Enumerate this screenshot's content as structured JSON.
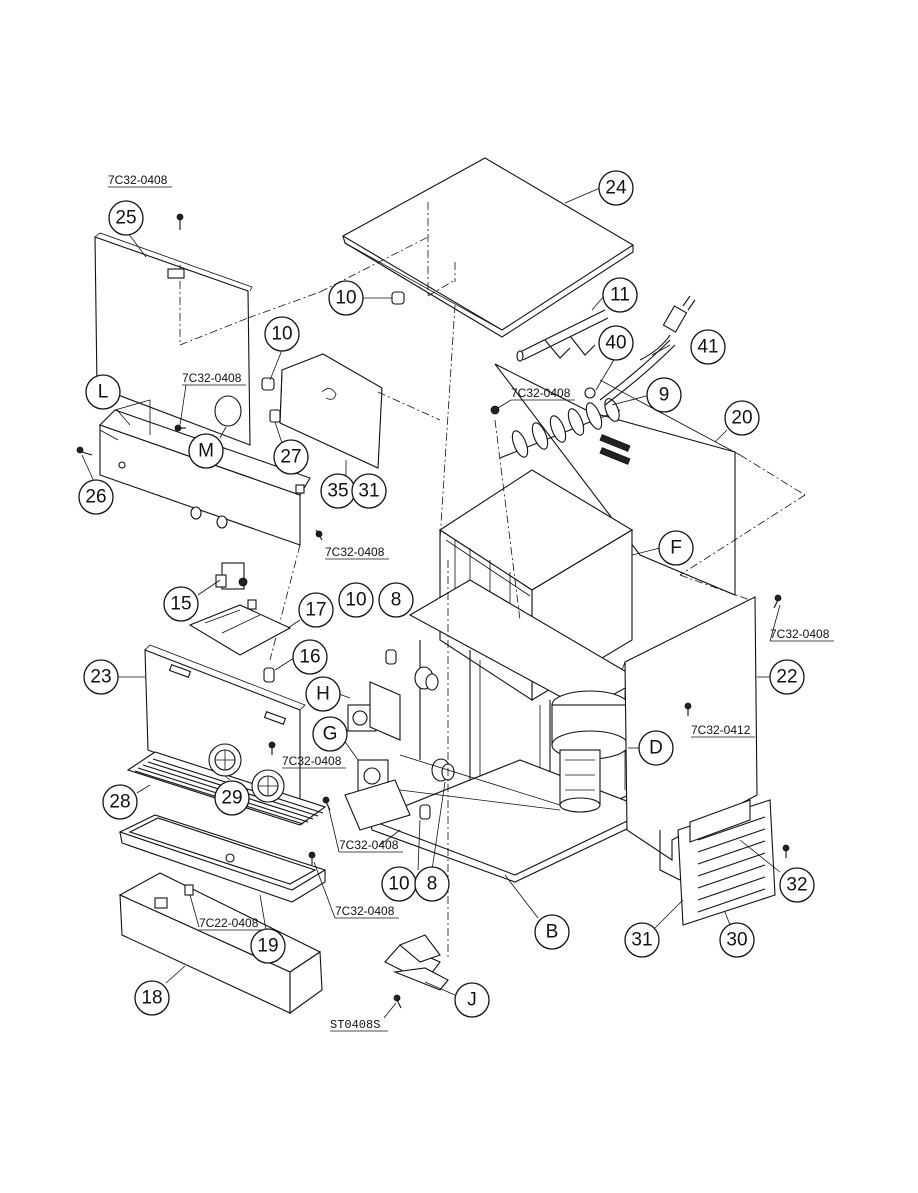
{
  "diagram": {
    "callouts": {
      "c24": "24",
      "c25": "25",
      "c10a": "10",
      "c11": "11",
      "c41": "41",
      "c10b": "10",
      "c40": "40",
      "cL": "L",
      "c9": "9",
      "c20": "20",
      "cM": "M",
      "c27": "27",
      "c26": "26",
      "c35": "35",
      "c31a": "31",
      "cF": "F",
      "c15": "15",
      "c10c": "10",
      "c8a": "8",
      "c17": "17",
      "c16": "16",
      "c23": "23",
      "c22": "22",
      "cH": "H",
      "cG": "G",
      "cD": "D",
      "c28": "28",
      "c29": "29",
      "c10d": "10",
      "c8b": "8",
      "c32": "32",
      "cB": "B",
      "c19": "19",
      "c31b": "31",
      "c30": "30",
      "c18": "18",
      "cJ": "J"
    },
    "part_numbers": {
      "p1": "7C32-0408",
      "p2": "7C32-0408",
      "p3": "7C32-0408",
      "p4": "7C32-0408",
      "p5": "7C32-0408",
      "p6": "7C32-0412",
      "p7": "7C32-0408",
      "p8": "7C32-0408",
      "p9": "7C32-0408",
      "p10": "7C22-0408",
      "p11": "ST0408S"
    }
  }
}
